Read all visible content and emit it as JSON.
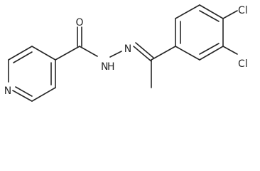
{
  "molecule": {
    "atoms": {
      "oxygen": "O",
      "hydrazide_nitrogen": "N",
      "imine_nitrogen": "N",
      "amide_hydrogen": "H",
      "pyridine_nitrogen": "N",
      "chlorine_top": "Cl",
      "chlorine_bottom": "Cl"
    }
  }
}
